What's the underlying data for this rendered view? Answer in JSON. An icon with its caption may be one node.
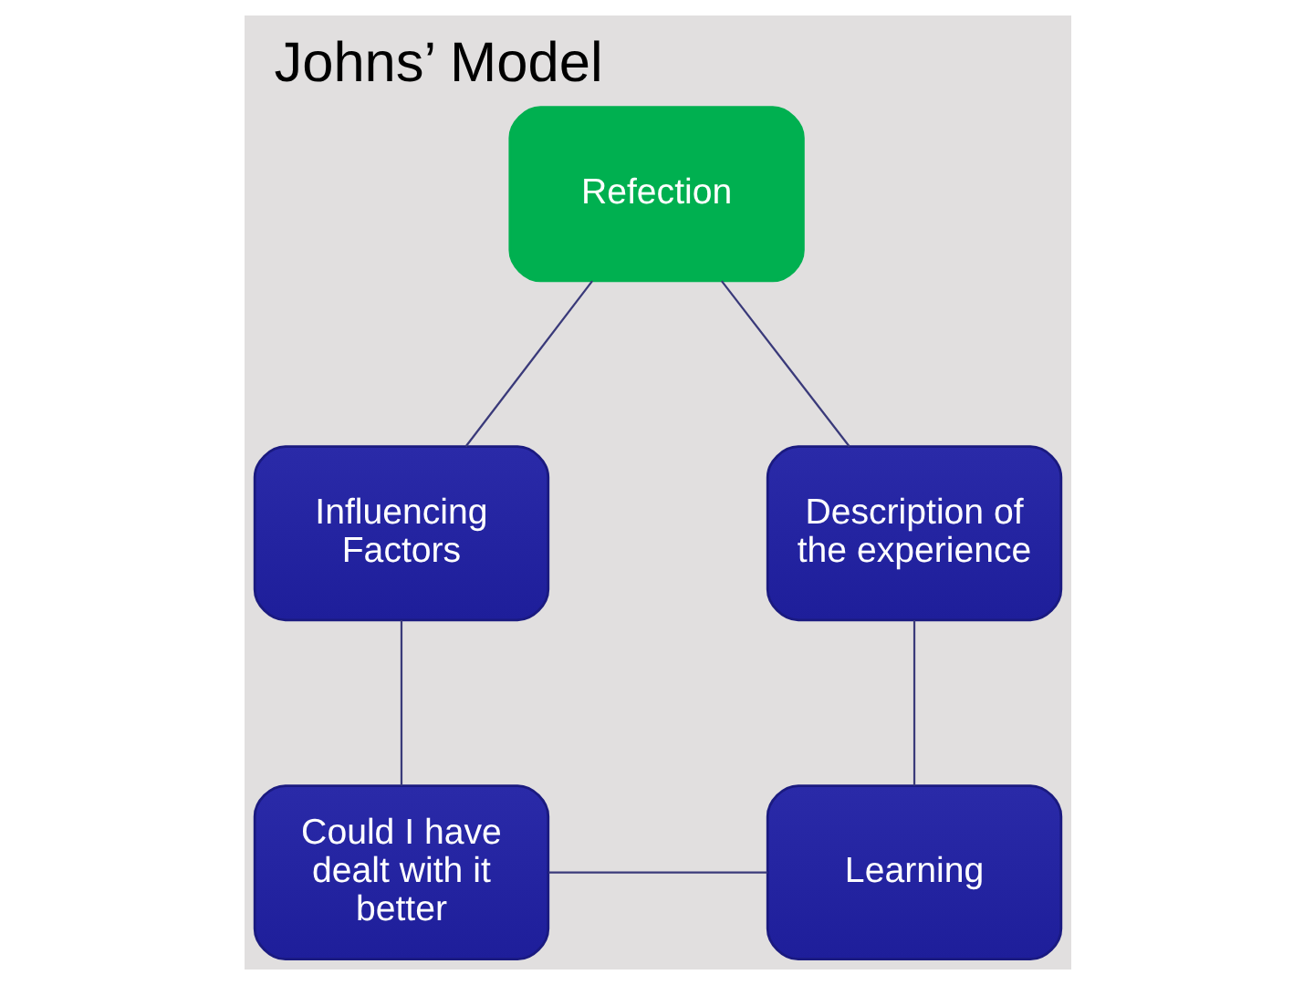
{
  "diagram": {
    "title": "Johns’ Model",
    "nodes": [
      {
        "text": [
          "Refection"
        ]
      },
      {
        "text": [
          "Description of the experience"
        ]
      },
      {
        "text": [
          "Influencing Factors"
        ]
      },
      {
        "text": [
          "Learning"
        ]
      },
      {
        "text": [
          "Could I have dealt with it better"
        ]
      }
    ],
    "edges": [
      {
        "from": 0,
        "to": 2,
        "arrow": "none"
      },
      {
        "from": 2,
        "to": 4,
        "arrow": "none"
      },
      {
        "from": 4,
        "to": 3,
        "arrow": "none"
      },
      {
        "from": 3,
        "to": 1,
        "arrow": "none"
      },
      {
        "from": 1,
        "to": 0,
        "arrow": "none"
      }
    ]
  }
}
